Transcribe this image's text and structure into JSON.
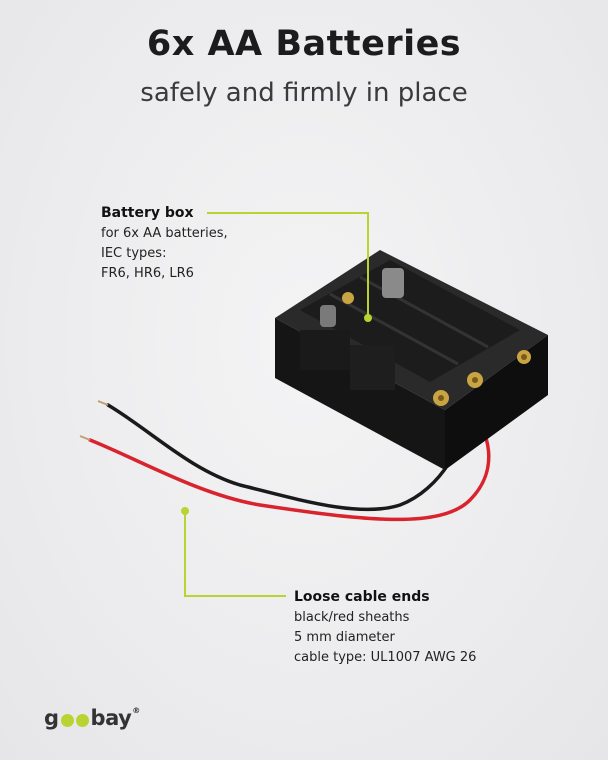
{
  "heading": {
    "title": "6x AA Batteries",
    "subtitle": "safely and firmly in place"
  },
  "callouts": {
    "battery_box": {
      "title": "Battery box",
      "lines": [
        "for 6x AA batteries,",
        "IEC types:",
        "FR6, HR6, LR6"
      ]
    },
    "cable": {
      "title": "Loose cable ends",
      "lines": [
        "black/red sheaths",
        "5 mm diameter",
        "cable type: UL1007 AWG 26"
      ]
    }
  },
  "brand": {
    "logo_text": "goobay",
    "accent_color": "#b8d432"
  },
  "colors": {
    "background": "#ececee",
    "holder": "#141414",
    "wire_red": "#d9232d",
    "wire_black": "#1a1a1a",
    "contact_gold": "#c9a443"
  }
}
